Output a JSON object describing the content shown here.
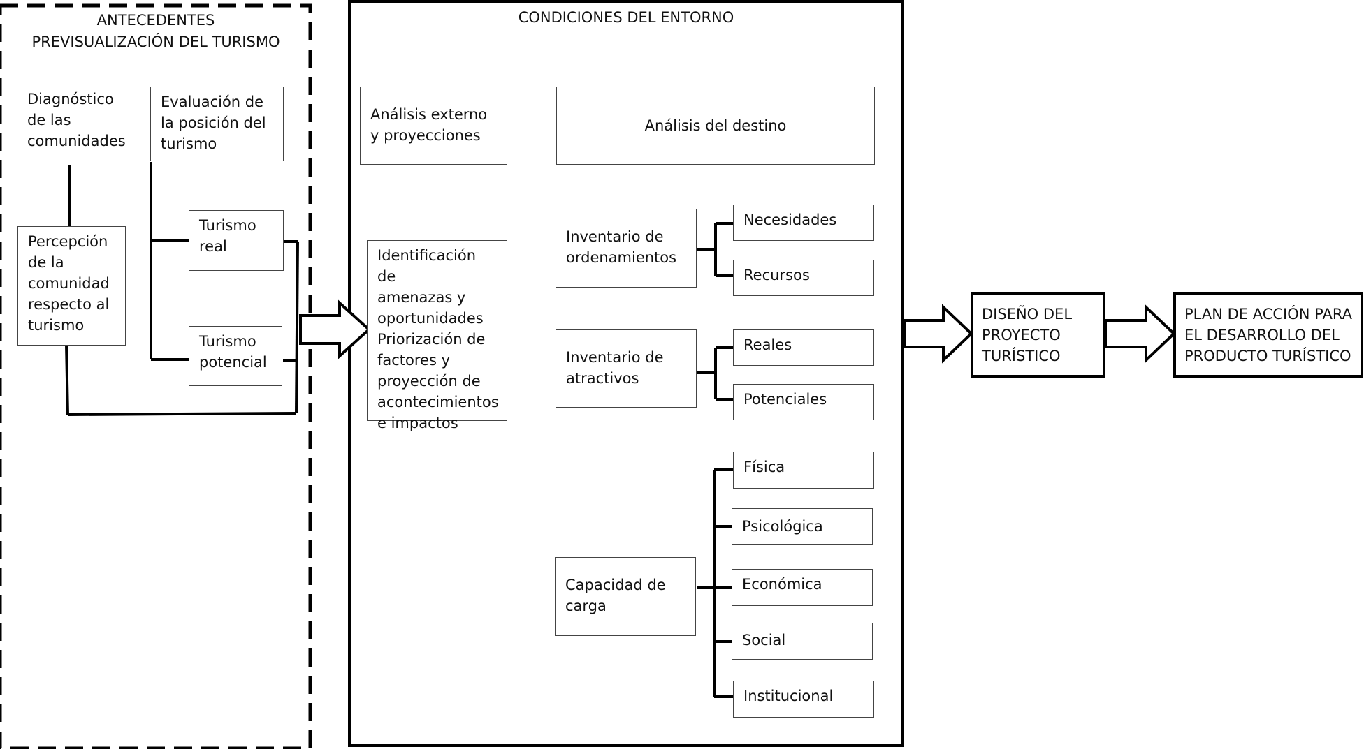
{
  "antecedentes": {
    "title": "ANTECEDENTES\nPREVISUALIZACIÓN DEL TURISMO",
    "diagnostico": "Diagnóstico\nde las\ncomunidades",
    "evaluacion": "Evaluación de\nla posición del\nturismo",
    "percepcion": "Percepción\nde la\ncomunidad\nrespecto al\nturismo",
    "turismo_real": "Turismo\nreal",
    "turismo_potencial": "Turismo\npotencial"
  },
  "entorno": {
    "title": "CONDICIONES DEL ENTORNO",
    "analisis_externo": "Análisis externo\ny proyecciones",
    "identificacion": "Identificación de\namenazas y\noportunidades\nPriorización de\nfactores y\nproyección de\nacontecimientos\ne impactos",
    "analisis_destino": "Análisis del destino",
    "inventario_ordenamientos": "Inventario de\nordenamientos",
    "necesidades": "Necesidades",
    "recursos": "Recursos",
    "inventario_atractivos": "Inventario de\natractivos",
    "reales": "Reales",
    "potenciales": "Potenciales",
    "capacidad_carga": "Capacidad de\ncarga",
    "fisica": "Física",
    "psicologica": "Psicológica",
    "economica": "Económica",
    "social": "Social",
    "institucional": "Institucional"
  },
  "diseno": "DISEÑO DEL\nPROYECTO\nTURÍSTICO",
  "plan": "PLAN DE ACCIÓN PARA\nEL DESARROLLO DEL\nPRODUCTO TURÍSTICO"
}
